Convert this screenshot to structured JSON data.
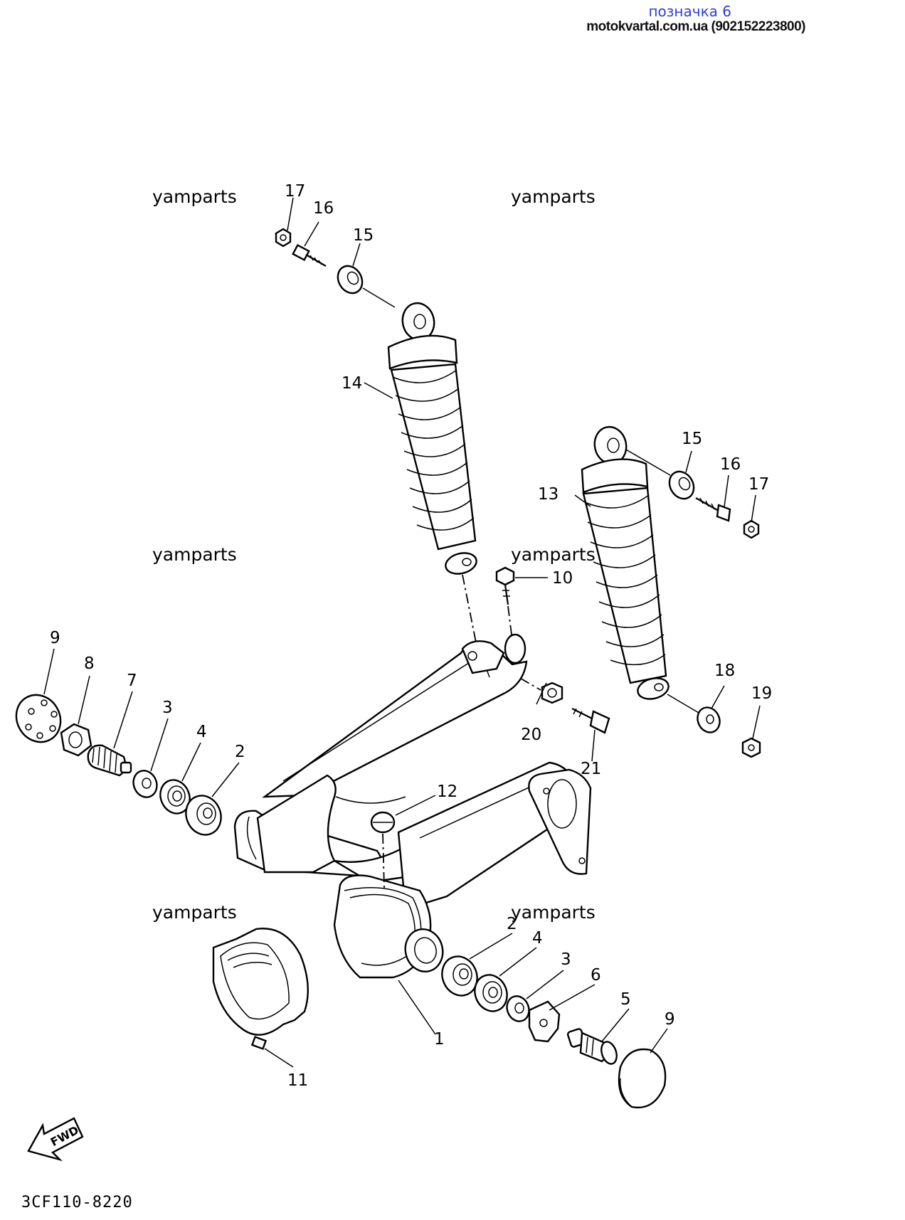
{
  "header": {
    "title": "позначка 6",
    "site": "motokvartal.com.ua (902152223800)"
  },
  "watermarks": [
    "yamparts",
    "yamparts",
    "yamparts",
    "yamparts",
    "yamparts",
    "yamparts"
  ],
  "catalog_code": "3CF110-8220",
  "fwd_label": "FWD",
  "callouts": [
    "17",
    "16",
    "15",
    "14",
    "15",
    "16",
    "17",
    "13",
    "10",
    "9",
    "8",
    "7",
    "3",
    "4",
    "2",
    "20",
    "21",
    "18",
    "19",
    "12",
    "2",
    "4",
    "3",
    "6",
    "5",
    "9",
    "1",
    "11"
  ]
}
